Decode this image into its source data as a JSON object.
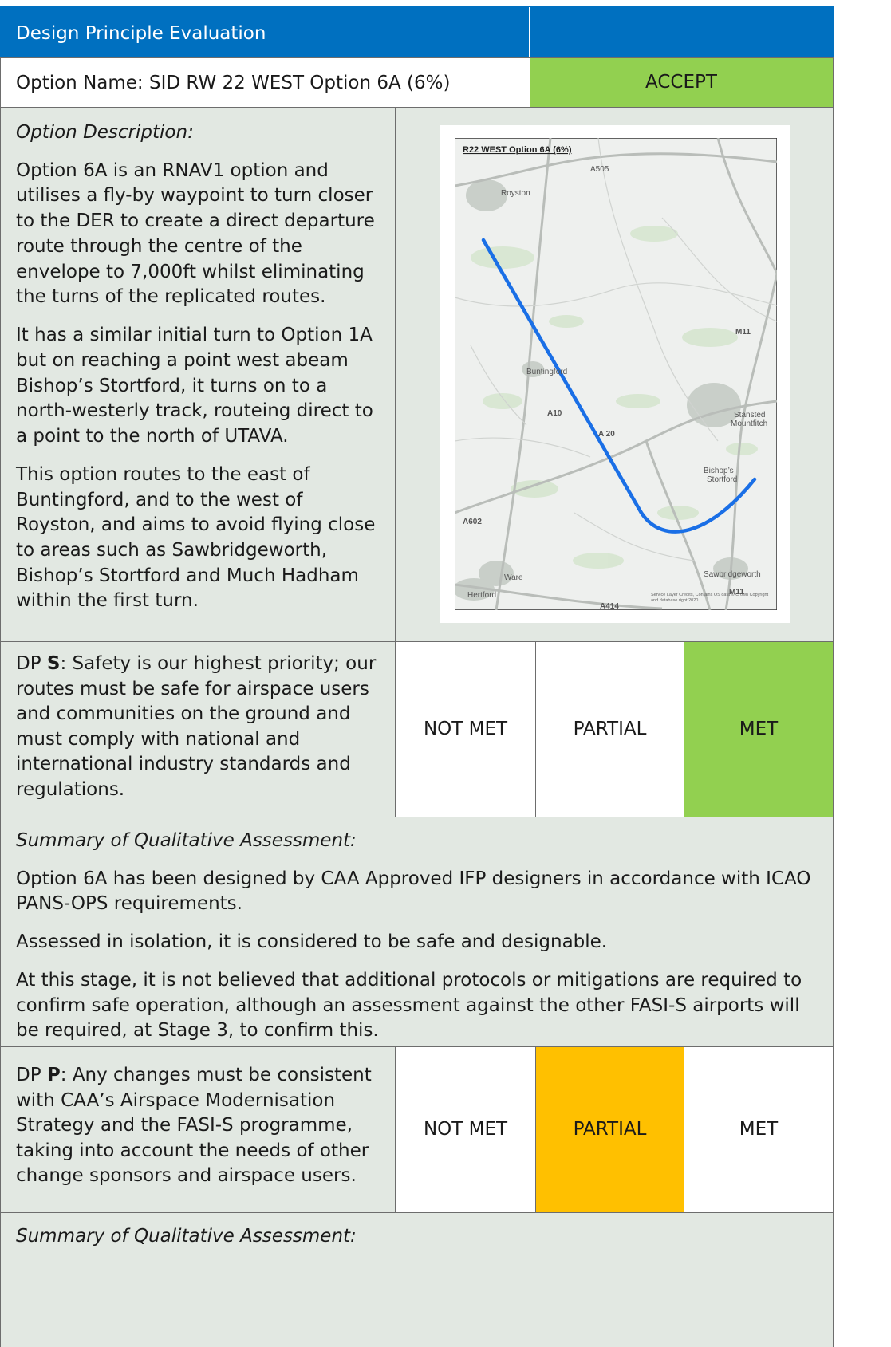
{
  "header": {
    "title": "Design Principle Evaluation"
  },
  "option": {
    "name_label": "Option Name: SID RW 22 WEST Option 6A (6%)",
    "verdict": "ACCEPT"
  },
  "description": {
    "heading": "Option Description:",
    "paragraphs": [
      "Option 6A is an RNAV1 option and utilises a fly-by waypoint to turn closer to the DER to create a direct departure route through the centre of the envelope to 7,000ft whilst eliminating the turns of the replicated routes.",
      "It has a similar initial turn to Option 1A but on reaching a point west abeam Bishop’s Stortford, it turns on to a north-westerly track, routeing direct to a point to the north of UTAVA.",
      "This option routes to the east of Buntingford, and to the west of Royston, and aims to avoid flying close to areas such as Sawbridgeworth, Bishop’s Stortford and Much Hadham within the first turn."
    ]
  },
  "map": {
    "title": "R22 WEST Option 6A (6%)",
    "route_color": "#1a6fe6",
    "labels": {
      "a505": "A505",
      "royston": "Royston",
      "m11_top": "M11",
      "buntingford": "Buntingford",
      "a10": "A10",
      "a120": "A 20",
      "stansted": "Stansted",
      "mountfitchet": "Mountfitch",
      "bishops": "Bishop’s",
      "stortford": "Stortford",
      "a602": "A602",
      "ware": "Ware",
      "sawbridgeworth": "Sawbridgeworth",
      "m11_bottom": "M11",
      "hertford": "Hertford",
      "a414": "A414"
    },
    "attribution_1": "Service Layer Credits, Contains OS data © Crown Copyright",
    "attribution_2": "and database right 2020"
  },
  "dp_s": {
    "prefix": "DP ",
    "letter": "S",
    "text": ": Safety is our highest priority; our routes must be safe for airspace users and communities on the ground and must comply with national and international industry standards and regulations.",
    "options": [
      "NOT MET",
      "PARTIAL",
      "MET"
    ],
    "selected": "MET"
  },
  "summary_s": {
    "heading": "Summary of Qualitative Assessment:",
    "paragraphs": [
      "Option 6A has been designed by CAA Approved IFP designers in accordance with ICAO PANS-OPS requirements.",
      "Assessed in isolation, it is considered to be safe and designable.",
      "At this stage, it is not believed that additional protocols or mitigations are required to confirm safe operation, although an assessment against the other FASI-S airports will be required, at Stage 3, to confirm this."
    ]
  },
  "dp_p": {
    "prefix": "DP ",
    "letter": "P",
    "text": ": Any changes must be consistent with CAA’s Airspace Modernisation Strategy and the FASI-S programme, taking into account the needs of other change sponsors and airspace users.",
    "options": [
      "NOT MET",
      "PARTIAL",
      "MET"
    ],
    "selected": "PARTIAL"
  },
  "summary_p": {
    "heading": "Summary of Qualitative Assessment:"
  },
  "colors": {
    "header_blue": "#0070c0",
    "accept_green": "#92d050",
    "partial_amber": "#ffc000",
    "panel_grey": "#e2e8e2"
  }
}
